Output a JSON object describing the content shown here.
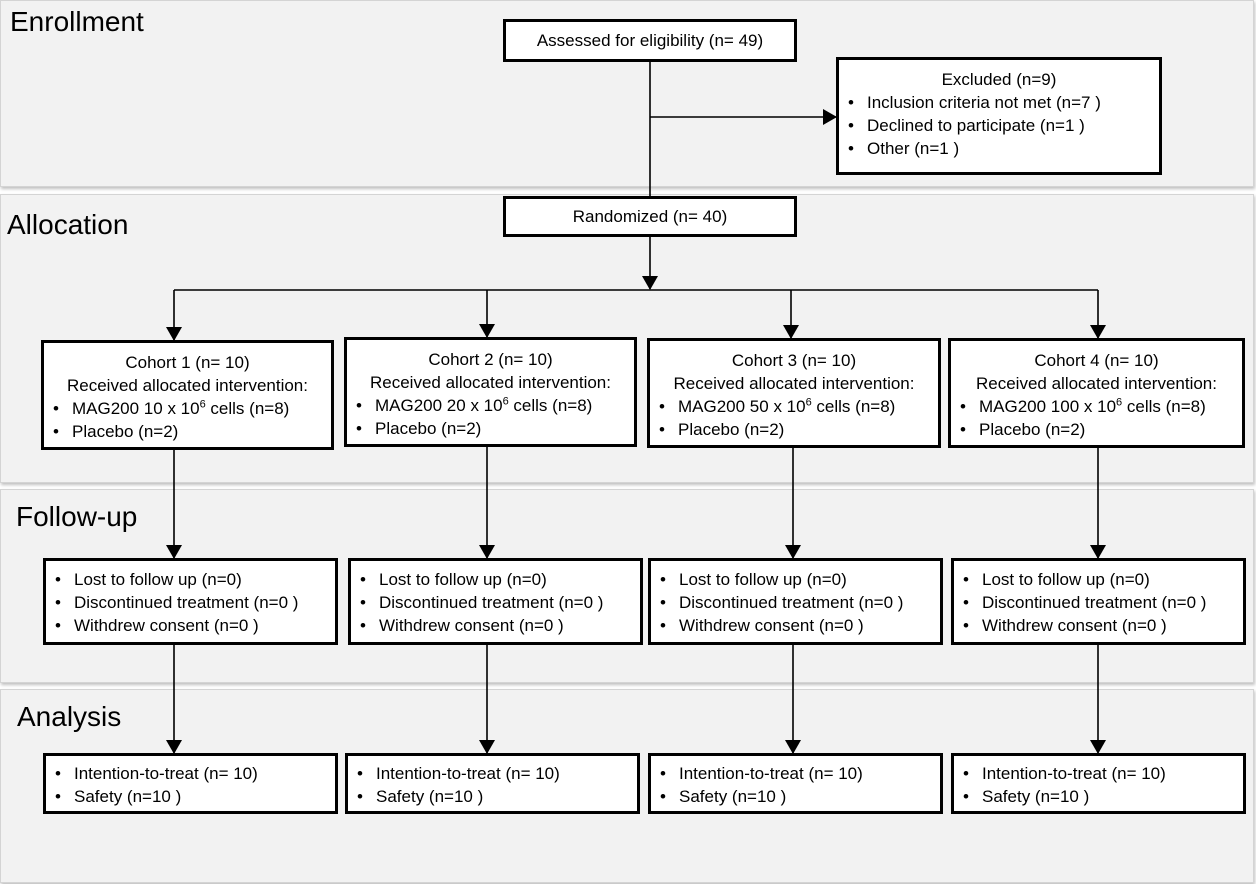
{
  "stages": {
    "enrollment": "Enrollment",
    "allocation": "Allocation",
    "followup": "Follow-up",
    "analysis": "Analysis"
  },
  "assessed": "Assessed for eligibility (n= 49)",
  "excluded": {
    "title": "Excluded (n=9)",
    "items": [
      "Inclusion criteria not met (n=7 )",
      "Declined to participate (n=1 )",
      "Other (n=1 )"
    ]
  },
  "randomized": "Randomized (n= 40)",
  "cohorts": [
    {
      "title": "Cohort 1 (n= 10)",
      "received": "Received allocated intervention:",
      "dose_prefix": "MAG200 10 x 10",
      "dose_exp": "6",
      "dose_suffix": " cells (n=8)",
      "placebo": "Placebo (n=2)"
    },
    {
      "title": "Cohort 2 (n= 10)",
      "received": "Received allocated intervention:",
      "dose_prefix": "MAG200 20 x 10",
      "dose_exp": "6",
      "dose_suffix": " cells (n=8)",
      "placebo": "Placebo (n=2)"
    },
    {
      "title": "Cohort 3 (n= 10)",
      "received": "Received allocated intervention:",
      "dose_prefix": "MAG200 50 x 10",
      "dose_exp": "6",
      "dose_suffix": " cells (n=8)",
      "placebo": "Placebo (n=2)"
    },
    {
      "title": "Cohort 4 (n= 10)",
      "received": "Received allocated intervention:",
      "dose_prefix": "MAG200 100 x 10",
      "dose_exp": "6",
      "dose_suffix": " cells (n=8)",
      "placebo": "Placebo (n=2)"
    }
  ],
  "followup": [
    {
      "lost": "Lost to follow up (n=0)",
      "discontinued": "Discontinued treatment (n=0 )",
      "withdrew": "Withdrew consent (n=0 )"
    },
    {
      "lost": "Lost to follow up (n=0)",
      "discontinued": "Discontinued treatment (n=0 )",
      "withdrew": "Withdrew consent (n=0 )"
    },
    {
      "lost": "Lost to follow up (n=0)",
      "discontinued": "Discontinued treatment (n=0 )",
      "withdrew": "Withdrew consent (n=0 )"
    },
    {
      "lost": "Lost to follow up (n=0)",
      "discontinued": "Discontinued treatment (n=0 )",
      "withdrew": "Withdrew consent (n=0 )"
    }
  ],
  "analysis": [
    {
      "itt": "Intention-to-treat (n= 10)",
      "safety": "Safety (n=10 )"
    },
    {
      "itt": "Intention-to-treat (n= 10)",
      "safety": "Safety (n=10 )"
    },
    {
      "itt": "Intention-to-treat (n= 10)",
      "safety": "Safety (n=10 )"
    },
    {
      "itt": "Intention-to-treat (n= 10)",
      "safety": "Safety (n=10 )"
    }
  ]
}
